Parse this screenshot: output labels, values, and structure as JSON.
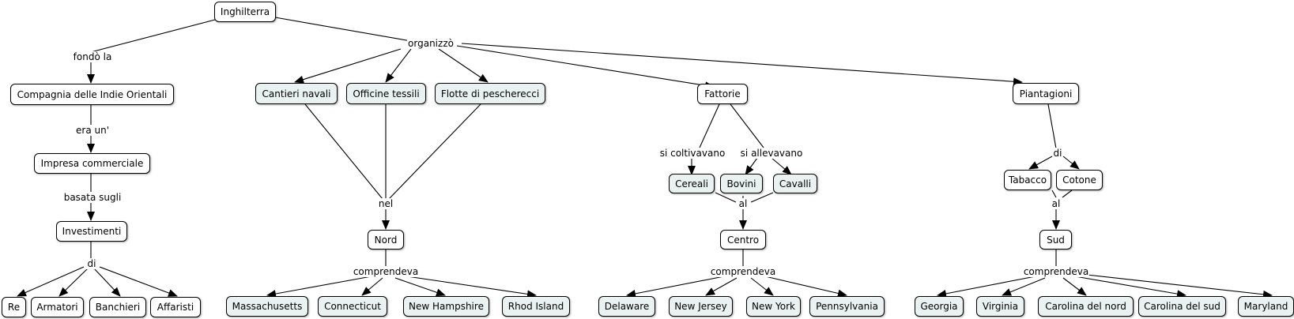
{
  "nodes": {
    "inghilterra": "Inghilterra",
    "compagnia": "Compagnia delle Indie Orientali",
    "impresa": "Impresa commerciale",
    "investimenti": "Investimenti",
    "re": "Re",
    "armatori": "Armatori",
    "banchieri": "Banchieri",
    "affaristi": "Affaristi",
    "cantieri": "Cantieri navali",
    "officine": "Officine tessili",
    "flotte": "Flotte di pescherecci",
    "nord": "Nord",
    "massachusetts": "Massachusetts",
    "connecticut": "Connecticut",
    "new_hampshire": "New Hampshire",
    "rhod_island": "Rhod Island",
    "fattorie": "Fattorie",
    "cereali": "Cereali",
    "bovini": "Bovini",
    "cavalli": "Cavalli",
    "centro": "Centro",
    "delaware": "Delaware",
    "new_jersey": "New Jersey",
    "new_york": "New York",
    "pennsylvania": "Pennsylvania",
    "piantagioni": "Piantagioni",
    "tabacco": "Tabacco",
    "cotone": "Cotone",
    "sud": "Sud",
    "georgia": "Georgia",
    "virginia": "Virginia",
    "carolina_nord": "Carolina del nord",
    "carolina_sud": "Carolina del sud",
    "maryland": "Maryland"
  },
  "links": {
    "fondo_la": "fondò la",
    "organizzo": "organizzò",
    "era_un": "era un'",
    "basata_sugli": "basata sugli",
    "di_investimenti": "di",
    "nel": "nel",
    "comprendeva_nord": "comprendeva",
    "si_coltivavano": "si coltivavano",
    "si_allevavano": "si allevavano",
    "al_centro": "al",
    "comprendeva_centro": "comprendeva",
    "di_piantagioni": "di",
    "al_sud": "al",
    "comprendeva_sud": "comprendeva"
  }
}
